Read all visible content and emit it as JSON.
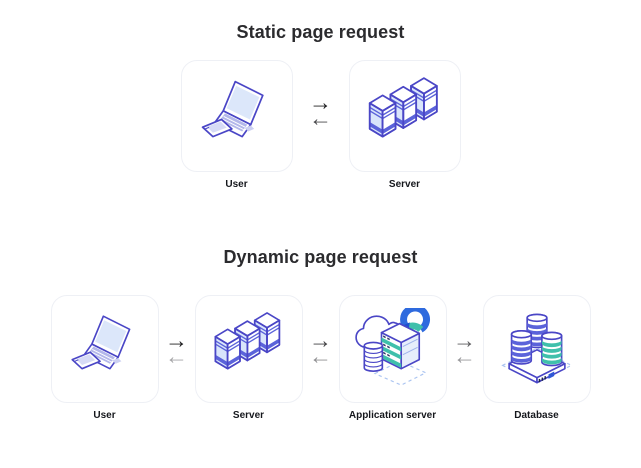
{
  "sections": [
    {
      "title": "Static page request",
      "nodes": [
        {
          "label": "User",
          "icon": "laptop-phone-icon"
        },
        {
          "label": "Server",
          "icon": "server-stack-icon"
        }
      ],
      "arrows": [
        {
          "forward_glyph": "→",
          "back_glyph": "←",
          "forward_color": "#1c1c1e",
          "back_color": "#48484b"
        }
      ]
    },
    {
      "title": "Dynamic page request",
      "nodes": [
        {
          "label": "User",
          "icon": "laptop-phone-icon"
        },
        {
          "label": "Server",
          "icon": "server-stack-icon"
        },
        {
          "label": "Application server",
          "icon": "cloud-app-server-icon"
        },
        {
          "label": "Database",
          "icon": "database-icon"
        }
      ],
      "arrows": [
        {
          "forward_glyph": "→",
          "back_glyph": "←",
          "forward_color": "#1c1c1e",
          "back_color": "#a6a6a8"
        },
        {
          "forward_glyph": "→",
          "back_glyph": "←",
          "forward_color": "#3f3f42",
          "back_color": "#8f8f92"
        },
        {
          "forward_glyph": "→",
          "back_glyph": "←",
          "forward_color": "#5c5c5f",
          "back_color": "#98989b"
        }
      ]
    }
  ],
  "palette": {
    "background": "#ffffff",
    "card_border": "#eef0f5",
    "card_background": "#ffffff",
    "title_color": "#2b2b2e",
    "label_color": "#15171c",
    "icon_outline_indigo": "#4a46c6",
    "icon_fill_light_blue": "#dce7fa",
    "icon_fill_lavender": "#b3b7ea",
    "icon_band_blue": "#5b63da",
    "icon_teal": "#3fc0ab",
    "icon_ring_blue": "#2e6ade",
    "platform_dash_blue": "#aac4f1"
  }
}
